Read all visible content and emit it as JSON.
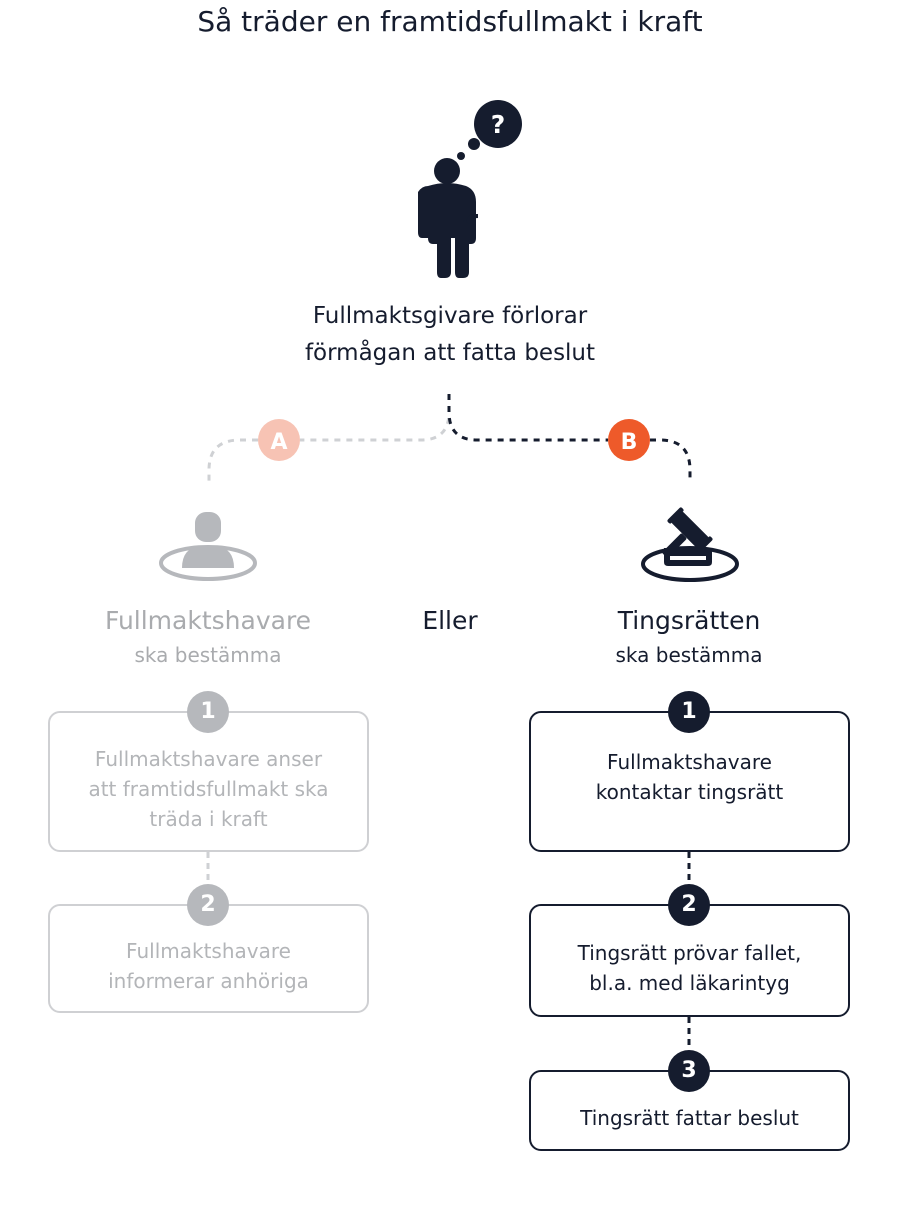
{
  "title": "Så träder en framtidsfullmakt i kraft",
  "main_event": {
    "line1": "Fullmaktsgivare förlorar",
    "line2": "förmågan att fatta beslut"
  },
  "branches": {
    "a": {
      "label": "A",
      "heading": "Fullmaktshavare",
      "subheading": "ska bestämma",
      "color": "#f7c3b4"
    },
    "b": {
      "label": "B",
      "heading": "Tingsrätten",
      "subheading": "ska bestämma",
      "color": "#ee5a2a"
    }
  },
  "or_label": "Eller",
  "steps_a": [
    {
      "num": "1",
      "text": "Fullmaktshavare anser att framtidsfullmakt ska träda i kraft"
    },
    {
      "num": "2",
      "text": "Fullmaktshavare informerar anhöriga"
    }
  ],
  "steps_b": [
    {
      "num": "1",
      "text": "Fullmaktshavare kontaktar tingsrätt"
    },
    {
      "num": "2",
      "text": "Tingsrätt prövar fallet, bl.a. med läkarintyg"
    },
    {
      "num": "3",
      "text": "Tingsrätt fattar beslut"
    }
  ],
  "icons": {
    "person": "elderly-person-with-cane-icon",
    "thought": "question-thought-bubble-icon",
    "agent": "person-on-platform-icon",
    "court": "gavel-icon"
  },
  "colors": {
    "dark": "#151c2e",
    "faded": "#b6b8bc",
    "accent": "#ee5a2a",
    "accent_light": "#f7c3b4"
  }
}
